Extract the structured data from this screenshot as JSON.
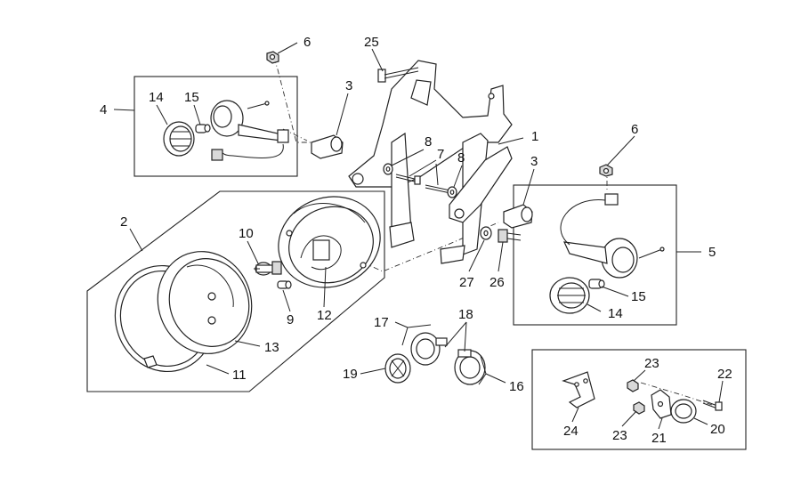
{
  "diagram": {
    "callouts": [
      {
        "id": "c1",
        "text": "1"
      },
      {
        "id": "c2",
        "text": "2"
      },
      {
        "id": "c3a",
        "text": "3"
      },
      {
        "id": "c3b",
        "text": "3"
      },
      {
        "id": "c4",
        "text": "4"
      },
      {
        "id": "c5",
        "text": "5"
      },
      {
        "id": "c6a",
        "text": "6"
      },
      {
        "id": "c6b",
        "text": "6"
      },
      {
        "id": "c7",
        "text": "7"
      },
      {
        "id": "c8a",
        "text": "8"
      },
      {
        "id": "c8b",
        "text": "8"
      },
      {
        "id": "c9",
        "text": "9"
      },
      {
        "id": "c10",
        "text": "10"
      },
      {
        "id": "c11",
        "text": "11"
      },
      {
        "id": "c12",
        "text": "12"
      },
      {
        "id": "c13",
        "text": "13"
      },
      {
        "id": "c14a",
        "text": "14"
      },
      {
        "id": "c14b",
        "text": "14"
      },
      {
        "id": "c15a",
        "text": "15"
      },
      {
        "id": "c15b",
        "text": "15"
      },
      {
        "id": "c16",
        "text": "16"
      },
      {
        "id": "c17",
        "text": "17"
      },
      {
        "id": "c18",
        "text": "18"
      },
      {
        "id": "c19",
        "text": "19"
      },
      {
        "id": "c20",
        "text": "20"
      },
      {
        "id": "c21",
        "text": "21"
      },
      {
        "id": "c22",
        "text": "22"
      },
      {
        "id": "c23a",
        "text": "23"
      },
      {
        "id": "c23b",
        "text": "23"
      },
      {
        "id": "c24",
        "text": "24"
      },
      {
        "id": "c25",
        "text": "25"
      },
      {
        "id": "c26",
        "text": "26"
      },
      {
        "id": "c27",
        "text": "27"
      }
    ]
  }
}
